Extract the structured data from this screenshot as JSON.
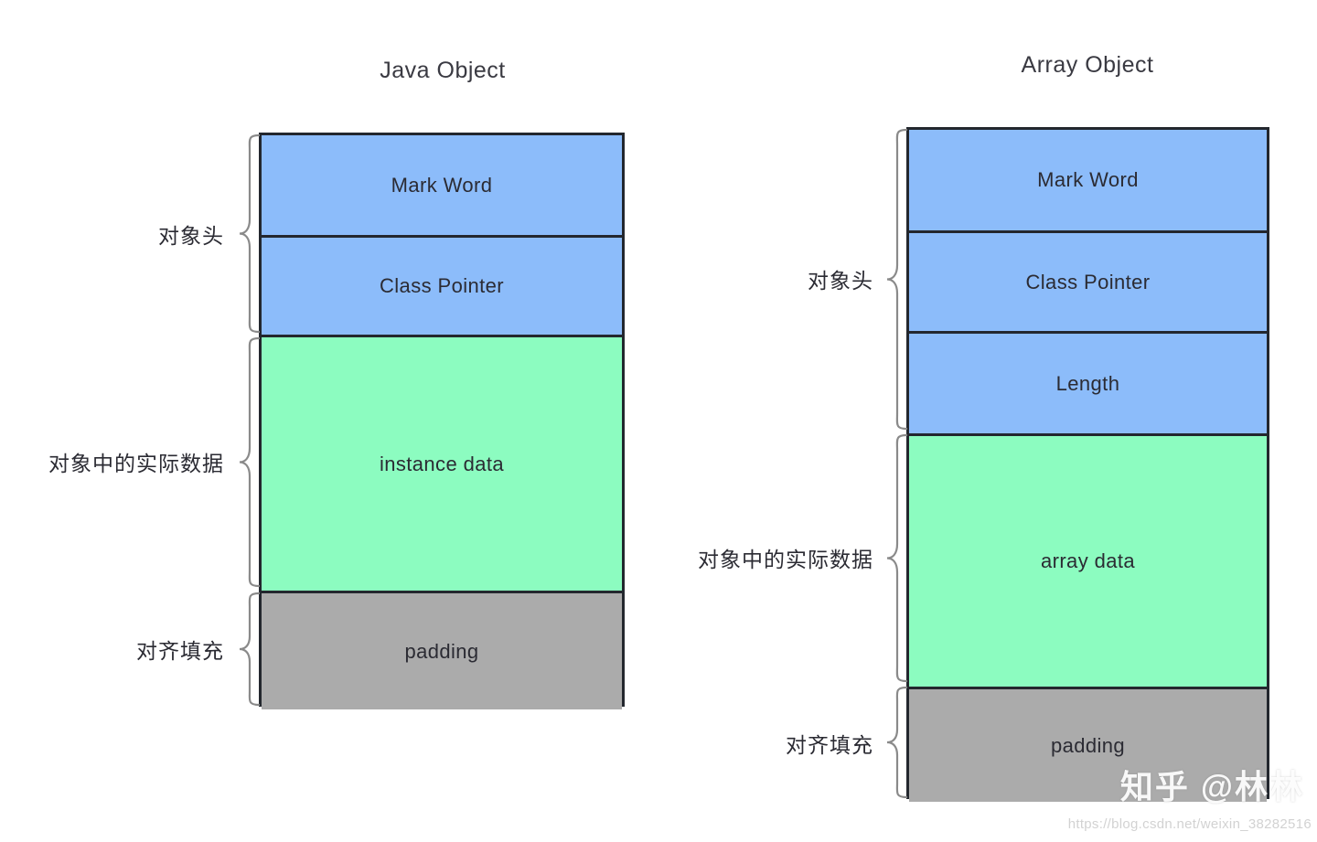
{
  "diagrams": [
    {
      "title": "Java Object",
      "segments": [
        {
          "label": "Mark Word",
          "color": "#8cbcfa",
          "kind": "blue"
        },
        {
          "label": "Class Pointer",
          "color": "#8cbcfa",
          "kind": "blue"
        },
        {
          "label": "instance data",
          "color": "#8cfcc0",
          "kind": "green"
        },
        {
          "label": "padding",
          "color": "#ababab",
          "kind": "gray"
        }
      ],
      "braces": [
        {
          "label": "对象头"
        },
        {
          "label": "对象中的实际数据"
        },
        {
          "label": "对齐填充"
        }
      ]
    },
    {
      "title": "Array Object",
      "segments": [
        {
          "label": "Mark Word",
          "color": "#8cbcfa",
          "kind": "blue"
        },
        {
          "label": "Class Pointer",
          "color": "#8cbcfa",
          "kind": "blue"
        },
        {
          "label": "Length",
          "color": "#8cbcfa",
          "kind": "blue"
        },
        {
          "label": "array data",
          "color": "#8cfcc0",
          "kind": "green"
        },
        {
          "label": "padding",
          "color": "#ababab",
          "kind": "gray"
        }
      ],
      "braces": [
        {
          "label": "对象头"
        },
        {
          "label": "对象中的实际数据"
        },
        {
          "label": "对齐填充"
        }
      ]
    }
  ],
  "watermark": {
    "zhihu": "知乎 @林林",
    "url": "https://blog.csdn.net/weixin_38282516"
  },
  "colors": {
    "header_blue": "#8cbcfa",
    "data_green": "#8cfcc0",
    "padding_gray": "#ababab",
    "outline": "#23272e",
    "brace": "#8a8a8a",
    "text": "#2b2b33"
  }
}
